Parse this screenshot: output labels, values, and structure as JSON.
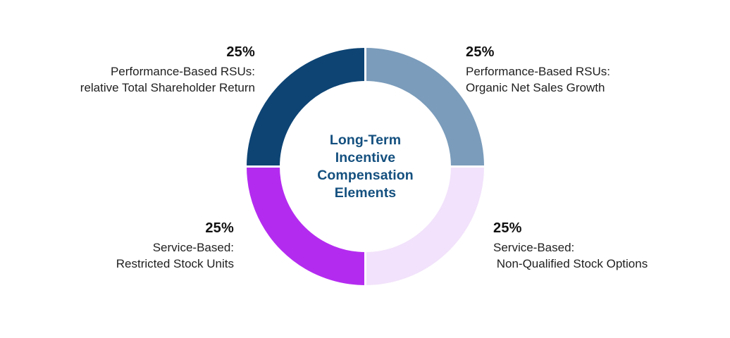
{
  "chart_data": {
    "type": "pie",
    "variant": "donut",
    "title": "Long-Term Incentive Compensation Elements",
    "center_label_lines": [
      "Long-Term",
      "Incentive",
      "Compensation",
      "Elements"
    ],
    "categories": [
      "Performance-Based RSUs: Organic Net Sales Growth",
      "Service-Based: Non-Qualified Stock Options",
      "Service-Based: Restricted Stock Units",
      "Performance-Based RSUs: relative Total Shareholder Return"
    ],
    "values": [
      25,
      25,
      25,
      25
    ],
    "value_unit": "%",
    "value_labels": [
      "25%",
      "25%",
      "25%",
      "25%"
    ],
    "colors": [
      "#7b9cbb",
      "#f2e2fb",
      "#b42bf0",
      "#0d4474"
    ],
    "start_angle_deg": 0,
    "direction": "clockwise",
    "legend": "none",
    "grid": false,
    "xlabel": "",
    "ylabel": ""
  },
  "center": {
    "line1": "Long-Term",
    "line2": "Incentive",
    "line3": "Compensation",
    "line4": "Elements",
    "color": "#14507f"
  },
  "labels": {
    "top_left": {
      "percent": "25%",
      "line1": "Performance-Based RSUs:",
      "line2": "relative Total Shareholder Return",
      "segment_color": "#0d4474"
    },
    "top_right": {
      "percent": "25%",
      "line1": "Performance-Based RSUs:",
      "line2": "Organic Net Sales Growth",
      "segment_color": "#7b9cbb"
    },
    "bottom_left": {
      "percent": "25%",
      "line1": "Service-Based:",
      "line2": "Restricted Stock Units",
      "segment_color": "#b42bf0"
    },
    "bottom_right": {
      "percent": "25%",
      "line1": "Service-Based:",
      "line2": " Non-Qualified Stock Options",
      "segment_color": "#f2e2fb"
    }
  },
  "theme": {
    "background": "#ffffff",
    "text_color": "#1f1f1f",
    "accent_navy": "#14507f"
  }
}
